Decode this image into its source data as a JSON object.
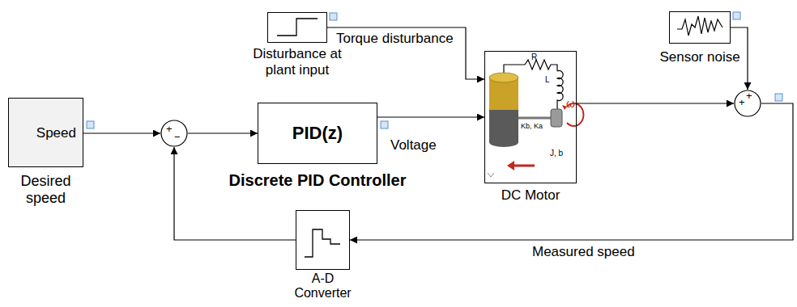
{
  "diagram": {
    "nodes": [
      {
        "text": [
          "Speed",
          "Desired speed"
        ]
      },
      {
        "text": [
          "+",
          "−"
        ]
      },
      {
        "text": [
          "Disturbance at plant input"
        ]
      },
      {
        "text": [
          "PID(z)",
          "Discrete PID Controller"
        ]
      },
      {
        "text": [
          "R",
          "L",
          "Kb, Ka",
          "ω",
          "J, b",
          "DC Motor"
        ]
      },
      {
        "text": [
          "Sensor noise"
        ]
      },
      {
        "text": [
          "+",
          "+"
        ]
      },
      {
        "text": [
          "A-D Converter"
        ]
      }
    ],
    "edges": [
      {
        "from": 0,
        "to": 1,
        "arrow": "to"
      },
      {
        "from": 1,
        "to": 3,
        "arrow": "to"
      },
      {
        "from": 3,
        "to": 4,
        "arrow": "to",
        "label": "Voltage"
      },
      {
        "from": 2,
        "to": 4,
        "arrow": "to",
        "label": "Torque disturbance"
      },
      {
        "from": 4,
        "to": 6,
        "arrow": "to"
      },
      {
        "from": 5,
        "to": 6,
        "arrow": "to"
      },
      {
        "from": 6,
        "to": 7,
        "arrow": "to",
        "label": "Measured speed"
      },
      {
        "from": 7,
        "to": 1,
        "arrow": "to"
      }
    ]
  }
}
